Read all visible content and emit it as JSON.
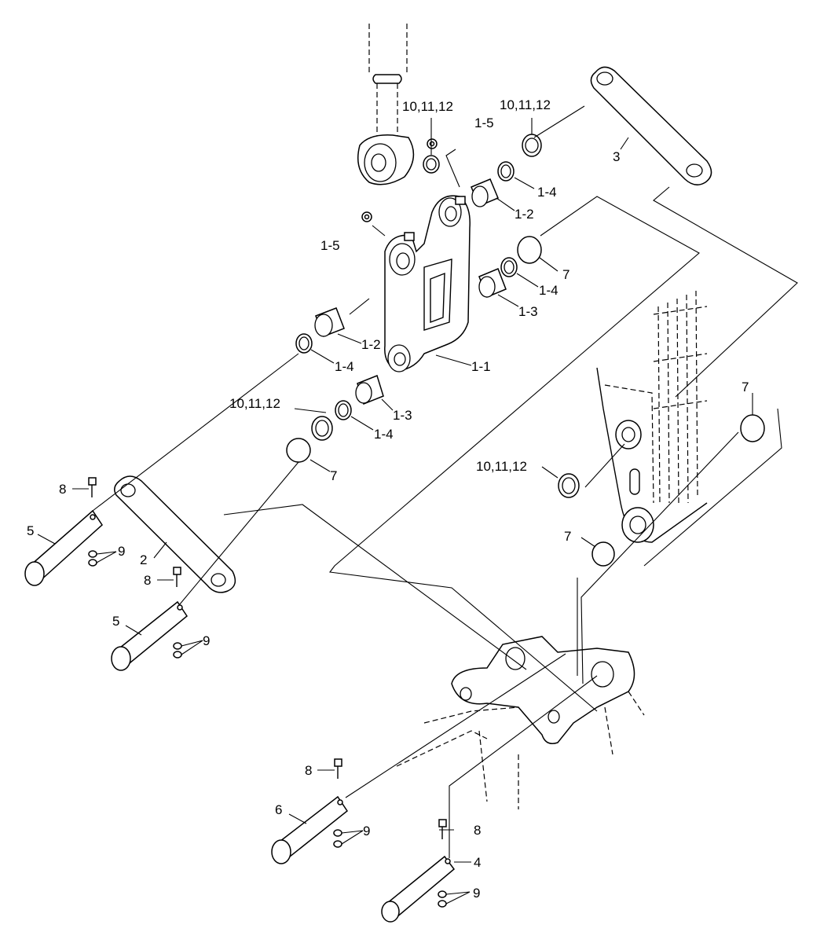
{
  "labels": {
    "p1_1": "1-1",
    "p1_2a": "1-2",
    "p1_2b": "1-2",
    "p1_3a": "1-3",
    "p1_3b": "1-3",
    "p1_4a": "1-4",
    "p1_4b": "1-4",
    "p1_4c": "1-4",
    "p1_4d": "1-4",
    "p1_5a": "1-5",
    "p1_5b": "1-5",
    "p2": "2",
    "p3": "3",
    "p4": "4",
    "p5a": "5",
    "p5b": "5",
    "p6": "6",
    "p7a": "7",
    "p7b": "7",
    "p7c": "7",
    "p7d": "7",
    "p8a": "8",
    "p8b": "8",
    "p8c": "8",
    "p8d": "8",
    "p9a": "9",
    "p9b": "9",
    "p9c": "9",
    "p9d": "9",
    "p10a": "10,11,12",
    "p10b": "10,11,12",
    "p10c": "10,11,12",
    "p10d": "10,11,12"
  }
}
